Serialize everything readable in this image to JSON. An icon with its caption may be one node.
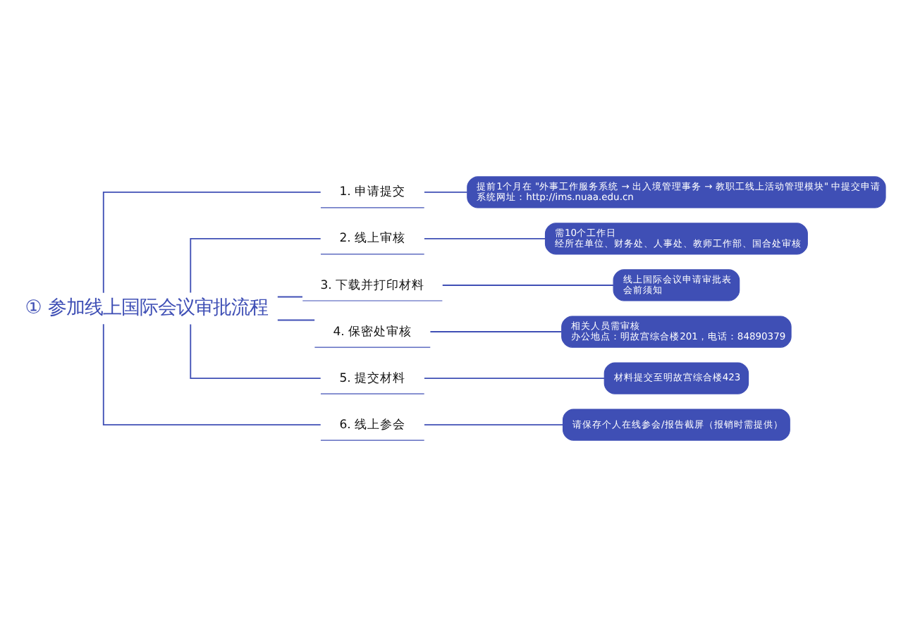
{
  "diagram": {
    "nodes": [
      {
        "text": [
          "① 参加线上国际会议审批流程"
        ]
      },
      {
        "text": [
          "1. 申请提交"
        ]
      },
      {
        "text": [
          "提前1个月在 \"外事工作服务系统 → 出入境管理事务 → 教职工线上活动管理模块\" 中提交申请",
          "系统网址：http://ims.nuaa.edu.cn"
        ]
      },
      {
        "text": [
          "2. 线上审核"
        ]
      },
      {
        "text": [
          "需10个工作日",
          "经所在单位、财务处、人事处、教师工作部、国合处审核"
        ]
      },
      {
        "text": [
          "3. 下载并打印材料"
        ]
      },
      {
        "text": [
          "线上国际会议申请审批表",
          "会前须知"
        ]
      },
      {
        "text": [
          "4. 保密处审核"
        ]
      },
      {
        "text": [
          "相关人员需审核",
          "办公地点：明故宫综合楼201，电话：84890379"
        ]
      },
      {
        "text": [
          "5. 提交材料"
        ]
      },
      {
        "text": [
          "材料提交至明故宫综合楼423"
        ]
      },
      {
        "text": [
          "6. 线上参会"
        ]
      },
      {
        "text": [
          "请保存个人在线参会/报告截屏（报销时需提供）"
        ]
      }
    ],
    "edges": [
      {
        "from": 0,
        "to": 1,
        "arrow": "none"
      },
      {
        "from": 1,
        "to": 2,
        "arrow": "none"
      },
      {
        "from": 0,
        "to": 3,
        "arrow": "none"
      },
      {
        "from": 3,
        "to": 4,
        "arrow": "none"
      },
      {
        "from": 0,
        "to": 5,
        "arrow": "none"
      },
      {
        "from": 5,
        "to": 6,
        "arrow": "none"
      },
      {
        "from": 0,
        "to": 7,
        "arrow": "none"
      },
      {
        "from": 7,
        "to": 8,
        "arrow": "none"
      },
      {
        "from": 0,
        "to": 9,
        "arrow": "none"
      },
      {
        "from": 9,
        "to": 10,
        "arrow": "none"
      },
      {
        "from": 0,
        "to": 11,
        "arrow": "none"
      },
      {
        "from": 11,
        "to": 12,
        "arrow": "none"
      }
    ]
  }
}
